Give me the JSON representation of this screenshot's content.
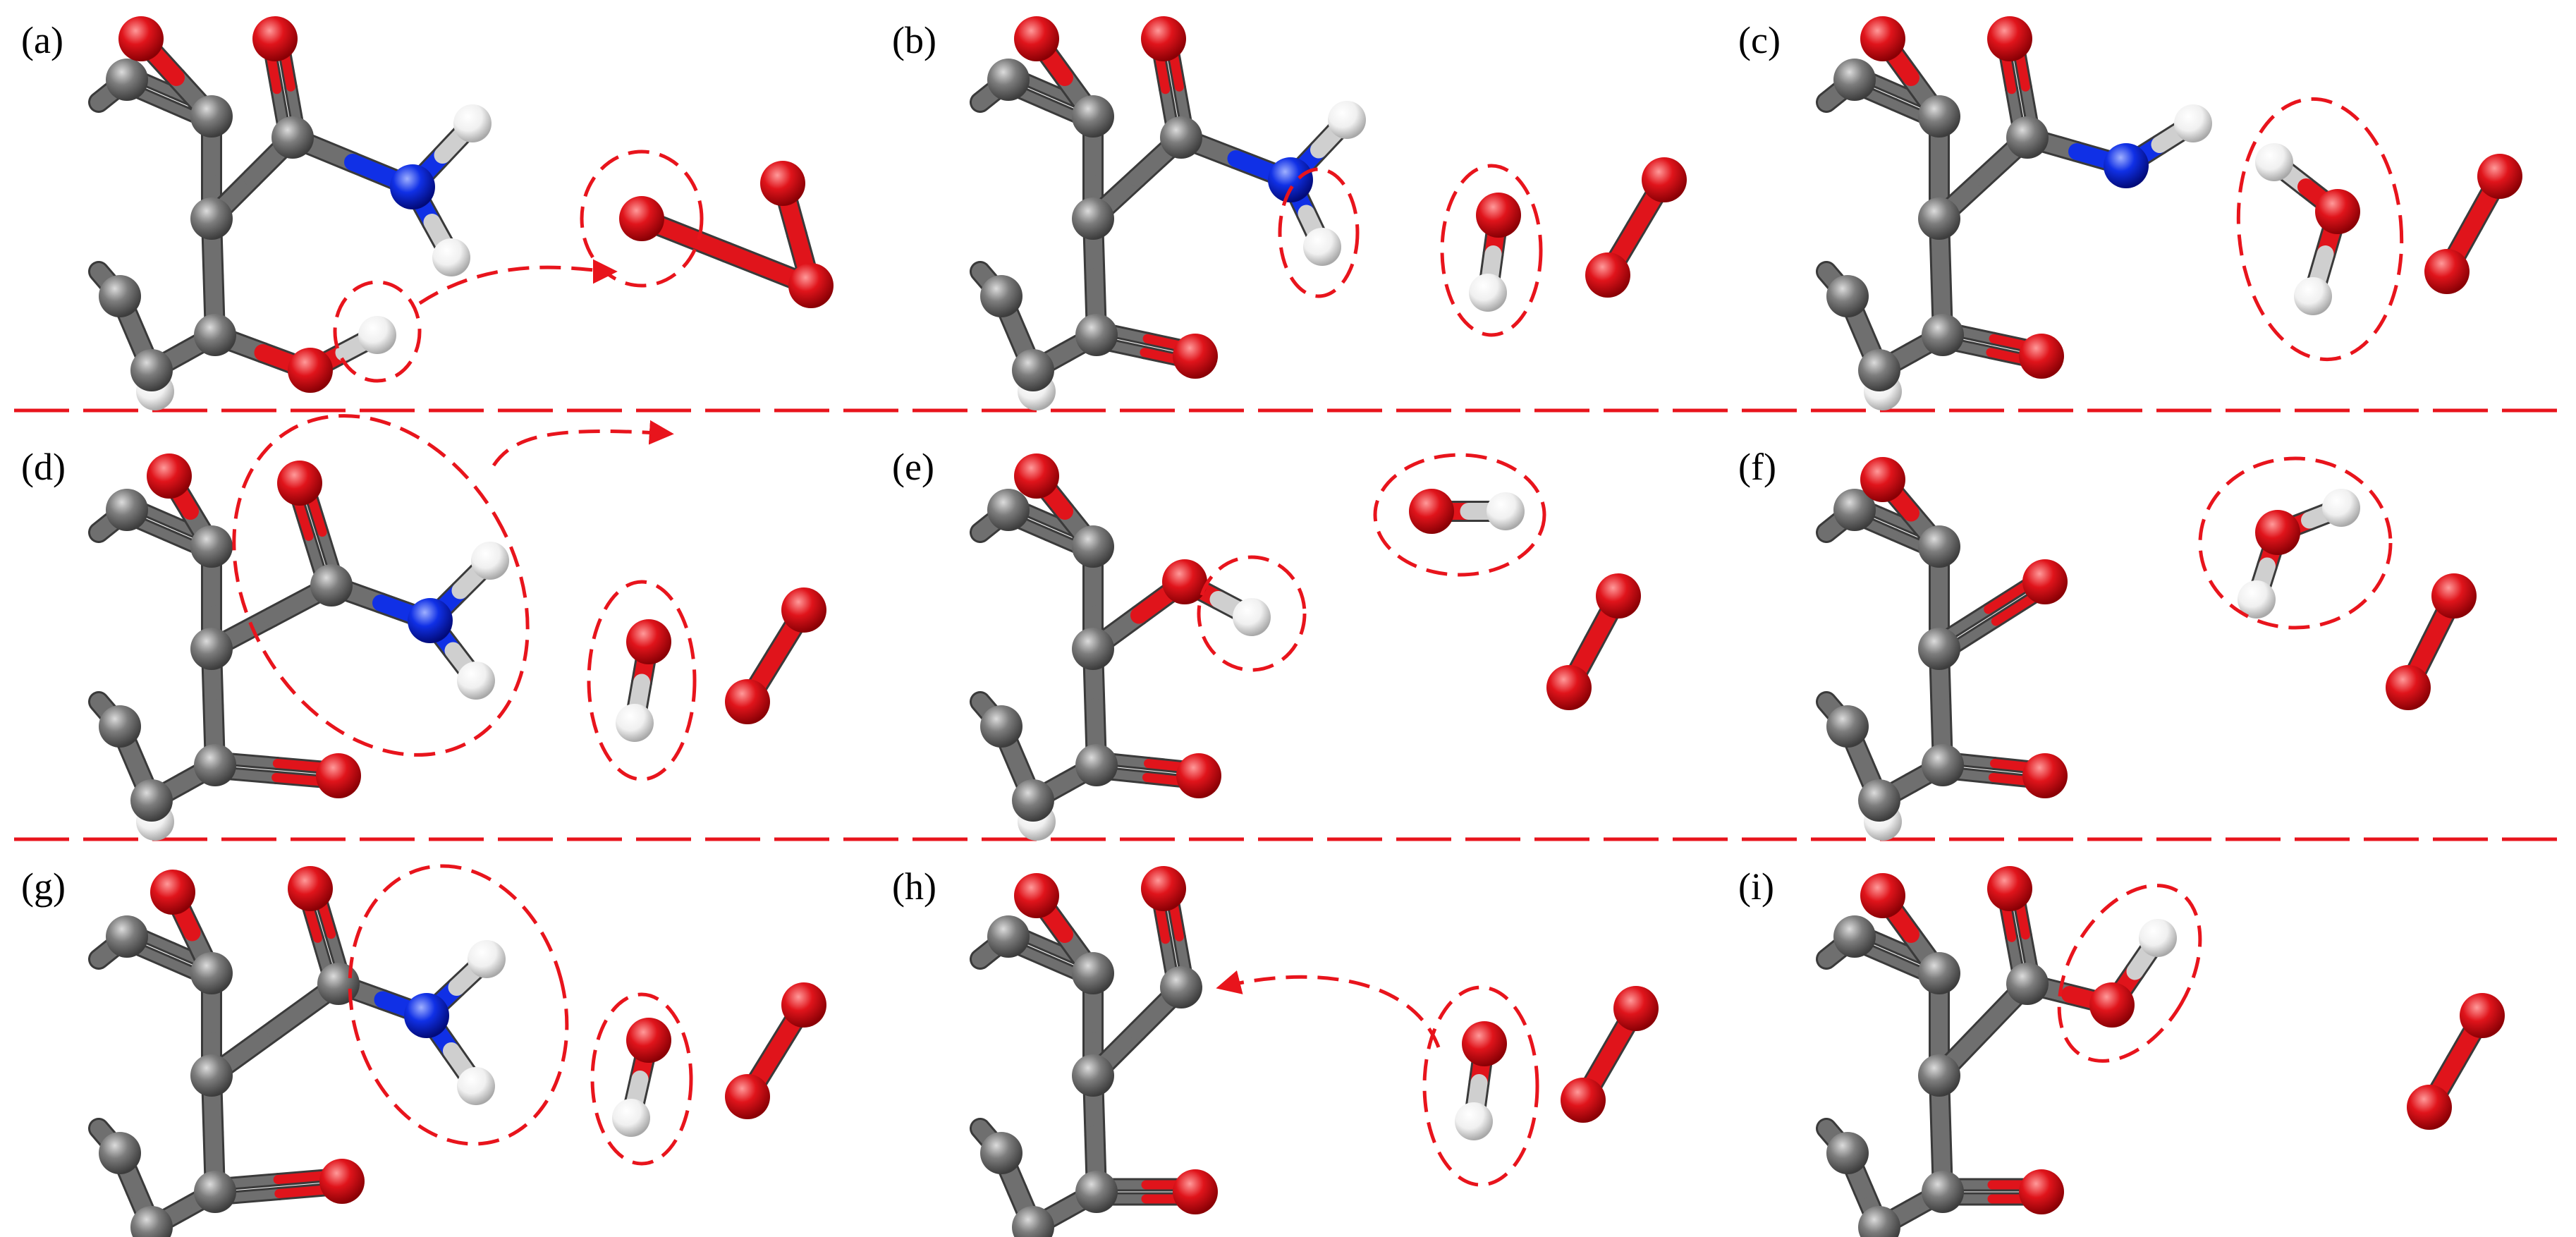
{
  "figure": {
    "panels": [
      {
        "id": "a",
        "label": "(a)",
        "annotations": [
          "OH hydrogen circled",
          "dashed arrow to O2 molecule"
        ]
      },
      {
        "id": "b",
        "label": "(b)",
        "annotations": [
          "NH hydrogen circled",
          "OH species circled"
        ]
      },
      {
        "id": "c",
        "label": "(c)",
        "annotations": [
          "H2O molecule circled"
        ]
      },
      {
        "id": "d",
        "label": "(d)",
        "annotations": [
          "CONH2 group circled",
          "dashed arrow",
          "OH species circled"
        ]
      },
      {
        "id": "e",
        "label": "(e)",
        "annotations": [
          "OH hydrogen circled",
          "OH species circled"
        ]
      },
      {
        "id": "f",
        "label": "(f)",
        "annotations": [
          "H2O molecule circled"
        ]
      },
      {
        "id": "g",
        "label": "(g)",
        "annotations": [
          "NH2 group circled",
          "OH species circled"
        ]
      },
      {
        "id": "h",
        "label": "(h)",
        "annotations": [
          "OH species circled",
          "dashed arrow to C atom"
        ]
      },
      {
        "id": "i",
        "label": "(i)",
        "annotations": [
          "COOH hydroxyl circled"
        ]
      }
    ],
    "colors": {
      "carbon": "#6f6f6f",
      "oxygen": "#e0141b",
      "nitrogen": "#1030e6",
      "hydrogen": "#f2f2f2",
      "annotation": "#e8141c"
    }
  }
}
